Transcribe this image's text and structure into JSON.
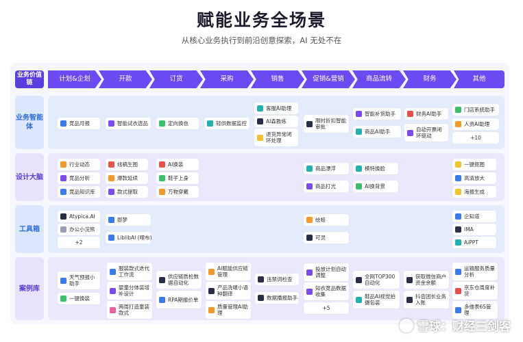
{
  "title": "赋能业务全场景",
  "subtitle": "从核心业务执行到前沿创意探索，AI 无处不在",
  "header": {
    "label": "业务价值链",
    "stages": [
      "计划&企划",
      "开款",
      "订货",
      "采购",
      "销售",
      "促销&营销",
      "商品流转",
      "财务",
      "其他"
    ]
  },
  "rows": {
    "agents": "业务智能体",
    "design": "设计大脑",
    "tools": "工具箱",
    "cases": "案例库"
  },
  "agents": {
    "c1": [
      "竞品月报"
    ],
    "c2": [
      "智能试衣选品"
    ],
    "c3": [
      "定向换色"
    ],
    "c4": [
      "轻供数据监控"
    ],
    "c5": [
      "客服AI助理",
      "AI森教练",
      "退货异常闭环处理"
    ],
    "c6": [
      "限时折扣智能审批"
    ],
    "c7": [
      "智能补货助手",
      "商品AI助手"
    ],
    "c8": [
      "财务AI助手",
      "自动开票闭环驱动"
    ],
    "c9": [
      "门店系统助手",
      "人资AI助理",
      "+10"
    ]
  },
  "design": {
    "c1": [
      "行业动态",
      "竞品分析",
      "竞品知识库"
    ],
    "c2": [
      "线稿生图",
      "爆款延续",
      "款式提取"
    ],
    "c3": [
      "AI换装",
      "鞋子上身",
      "万物穿戴"
    ],
    "c6": [
      "商品漂浮",
      "商品打光"
    ],
    "c7": [
      "模特换脸",
      "AI换背景"
    ],
    "c9": [
      "一键抠图",
      "高清放大",
      "海报生成"
    ]
  },
  "tools": {
    "c1": [
      "Atypica.AI",
      "办公小浣熊",
      "+2"
    ],
    "c2": [
      "即梦",
      "LiblibAI (哩布)"
    ],
    "c6": [
      "绘蛙",
      "可灵"
    ],
    "c9": [
      "企知道",
      "IMA",
      "AiPPT"
    ]
  },
  "cases": {
    "c1": [
      "天气预报小助手",
      "一键换装"
    ],
    "c2": [
      "服装款式迭代工作流",
      "婴童分体装增补设计",
      "两周打造童装款式"
    ],
    "c3": [
      "供应链质检数据自动化",
      "RPA期报价单"
    ],
    "c4": [
      "AI赋能供应链管理",
      "产品洗唛小语种翻译",
      "质量管理AI助理"
    ],
    "c5": [
      "违禁词检查",
      "数据播报助手"
    ],
    "c6": [
      "投放计划自动调整",
      "知衣竞品数据收集",
      "+5"
    ],
    "c7": [
      "全网TOP300自动化",
      "鞋品AI视觉拍摄包装"
    ],
    "c8": [
      "获取微信商户资金余额",
      "抖音团长业务入账"
    ],
    "c9": [
      "运输服务质量分析",
      "京东仓周度补货",
      "多维表6S管理"
    ]
  },
  "watermark": "雪球：财经三剑客"
}
